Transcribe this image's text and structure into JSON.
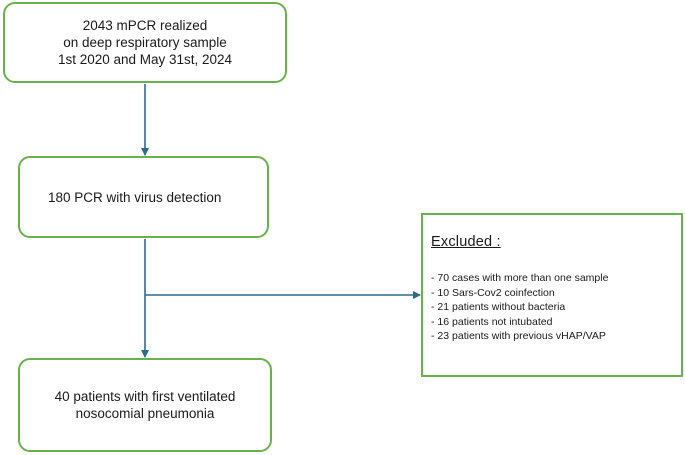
{
  "boxes": {
    "initial": {
      "lines": [
        "2043 mPCR realized",
        "on deep respiratory sample",
        "1st 2020 and May 31st, 2024"
      ]
    },
    "virus": {
      "text": "180 PCR with virus detection"
    },
    "final": {
      "lines": [
        "40 patients with first ventilated",
        "nosocomial pneumonia"
      ]
    }
  },
  "excluded": {
    "title": "Excluded :",
    "items": [
      "- 70  cases with more than one sample",
      "- 10 Sars-Cov2 coinfection",
      "- 21 patients without bacteria",
      "- 16 patients not intubated",
      "- 23 patients with previous vHAP/VAP"
    ]
  },
  "colors": {
    "box_border": "#6ab04c",
    "arrow": "#2e6a8a"
  }
}
